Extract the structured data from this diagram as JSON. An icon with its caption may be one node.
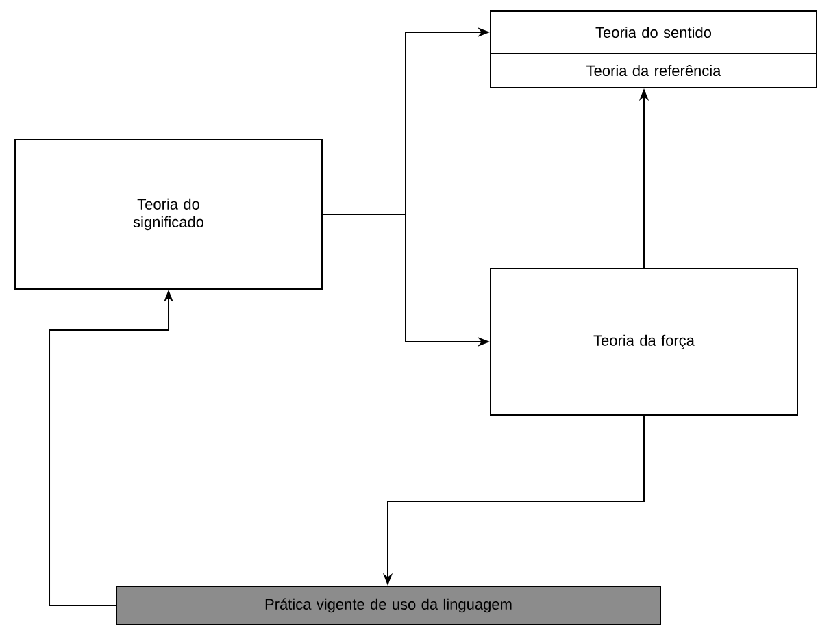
{
  "diagram": {
    "nodes": [
      {
        "text": [
          "Teoria do significado"
        ]
      },
      {
        "text": [
          "Teoria do sentido"
        ]
      },
      {
        "text": [
          "Teoria da referência"
        ]
      },
      {
        "text": [
          "Teoria da força"
        ]
      },
      {
        "text": [
          "Prática vigente de uso da linguagem"
        ]
      }
    ],
    "edges": [
      {
        "from": 0,
        "to": 1,
        "arrow": "to"
      },
      {
        "from": 0,
        "to": 3,
        "arrow": "to"
      },
      {
        "from": 3,
        "to": 2,
        "arrow": "to"
      },
      {
        "from": 3,
        "to": 4,
        "arrow": "to"
      },
      {
        "from": 4,
        "to": 0,
        "arrow": "to"
      }
    ]
  }
}
